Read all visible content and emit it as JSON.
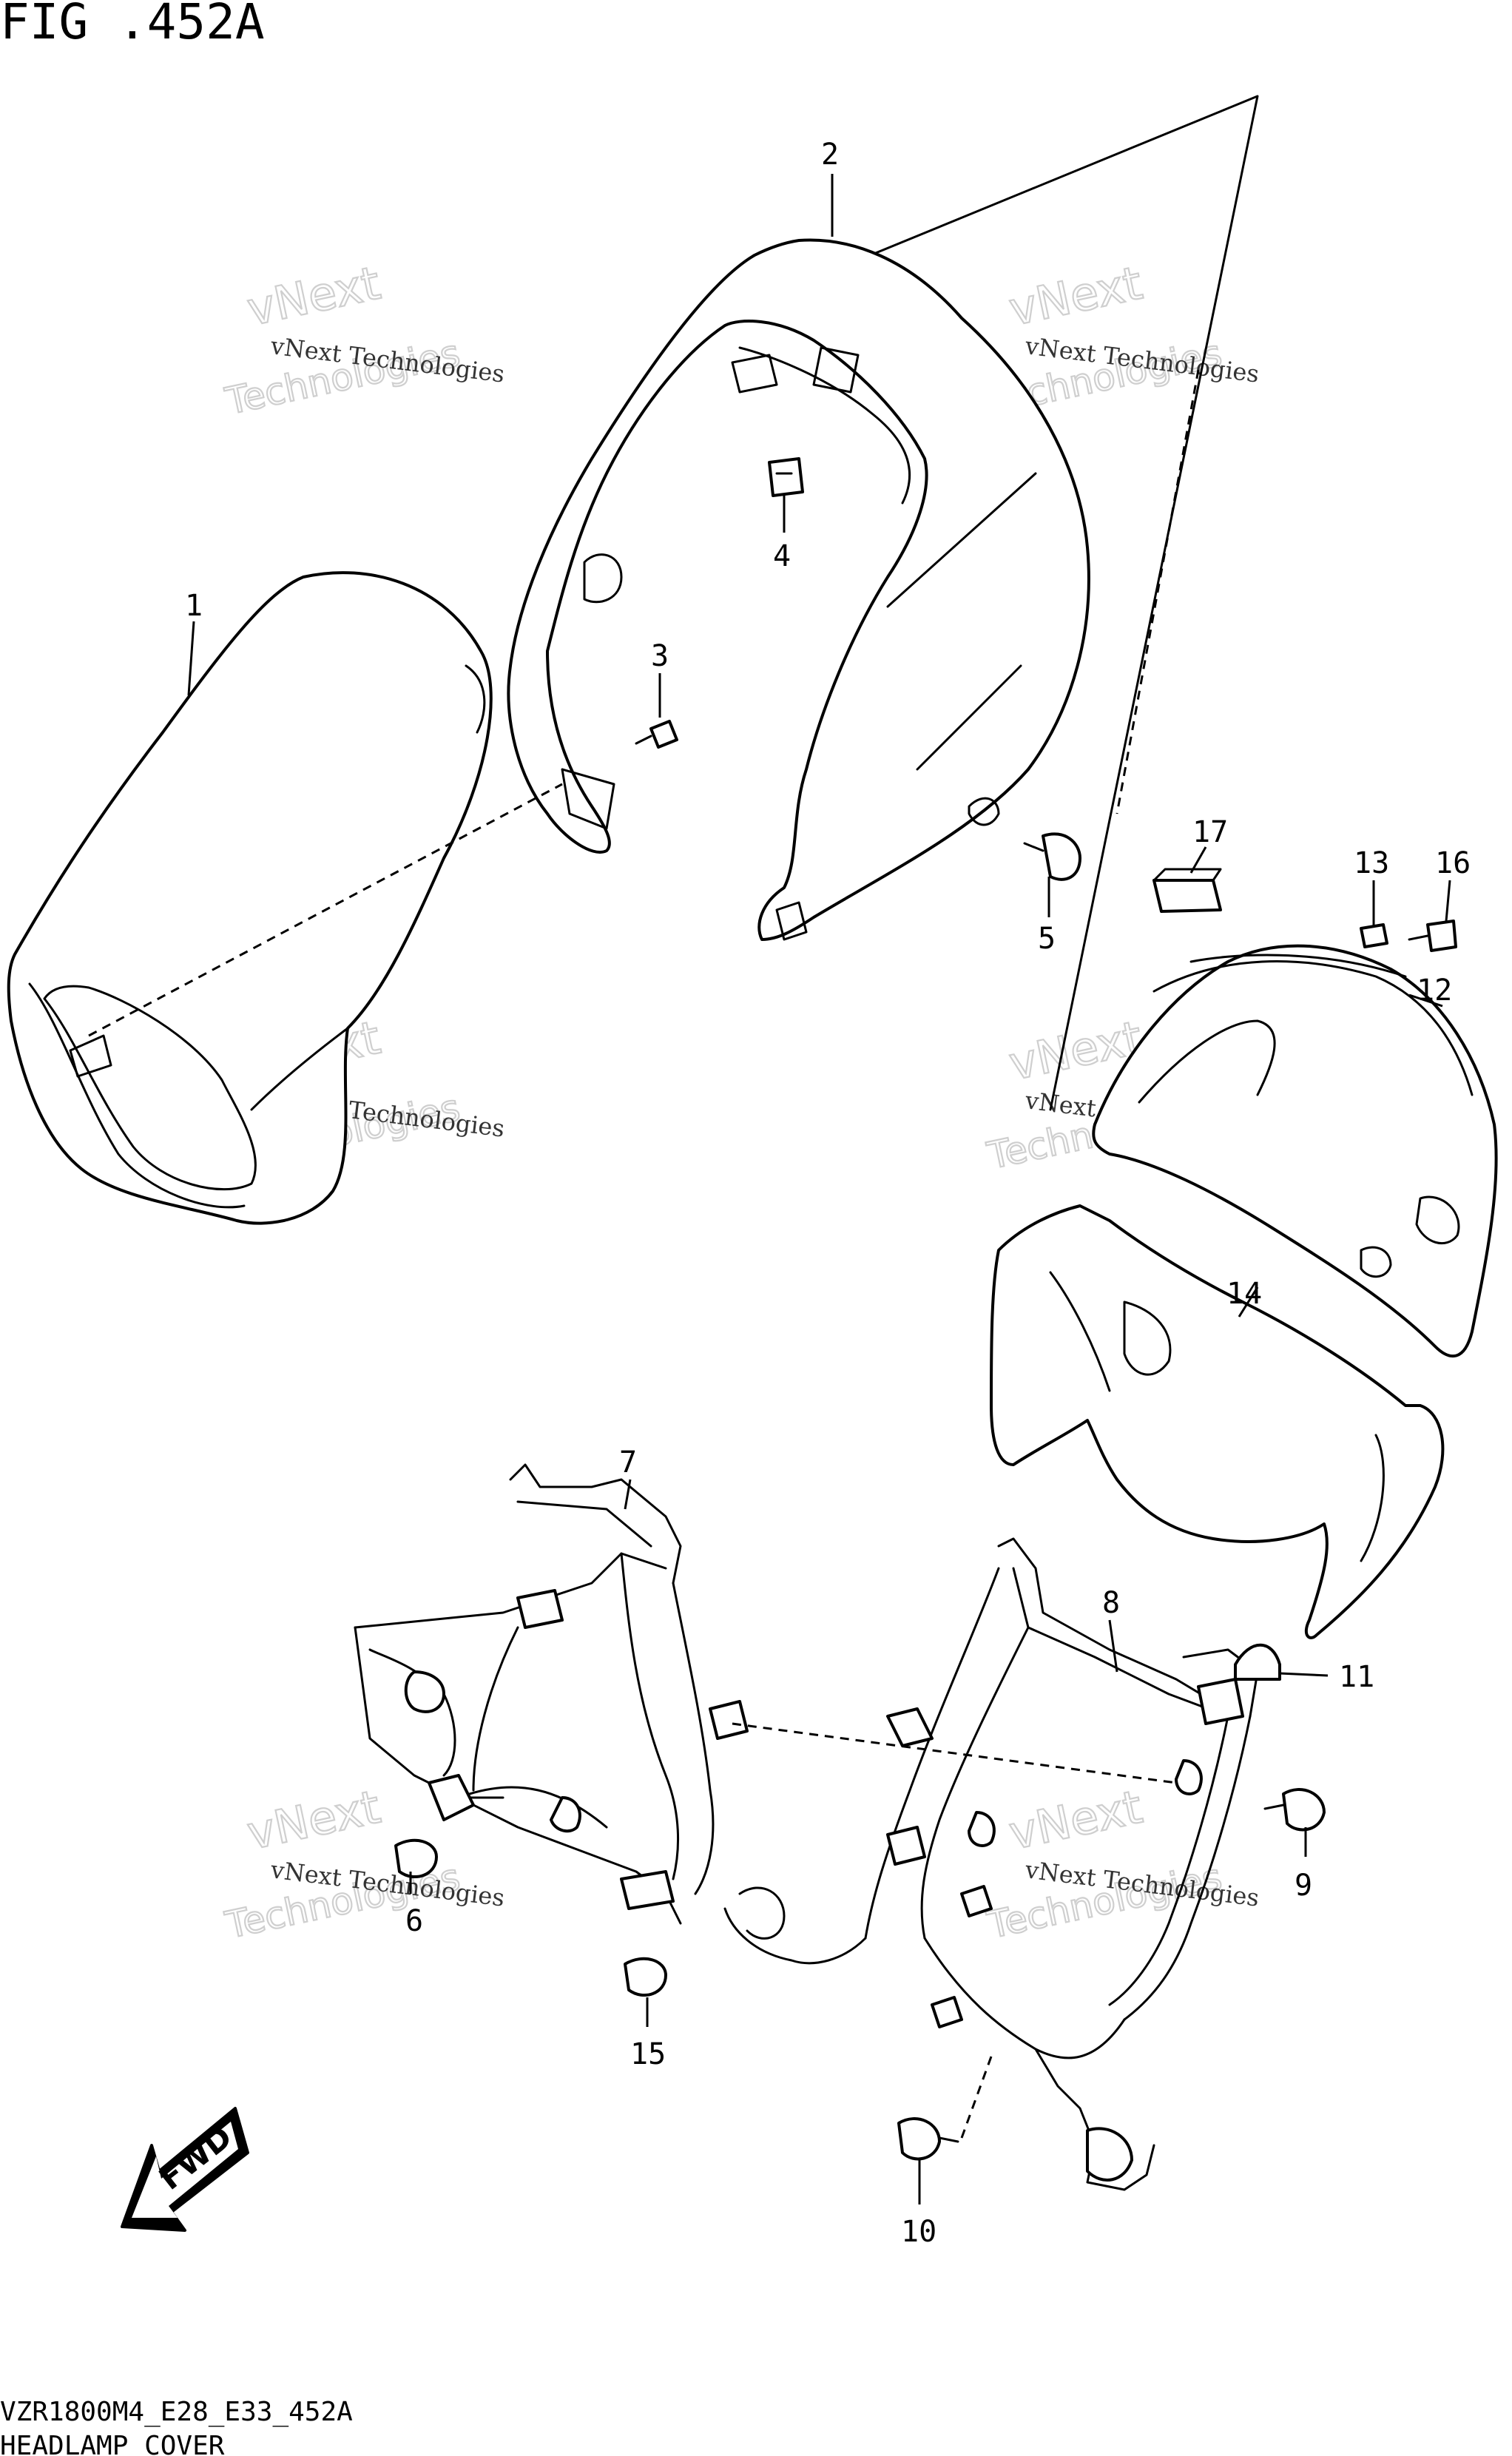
{
  "figure": {
    "title": "FIG .452A",
    "model_code": "VZR1800M4_E28_E33_452A",
    "caption": "HEADLAMP COVER"
  },
  "callouts": [
    "1",
    "2",
    "3",
    "4",
    "5",
    "6",
    "7",
    "8",
    "9",
    "10",
    "11",
    "12",
    "13",
    "14",
    "15",
    "16",
    "17"
  ],
  "watermark": {
    "line1": "vNext Technologies",
    "line2": "vNext",
    "line3": "Technologies"
  },
  "direction_badge": "FWD"
}
